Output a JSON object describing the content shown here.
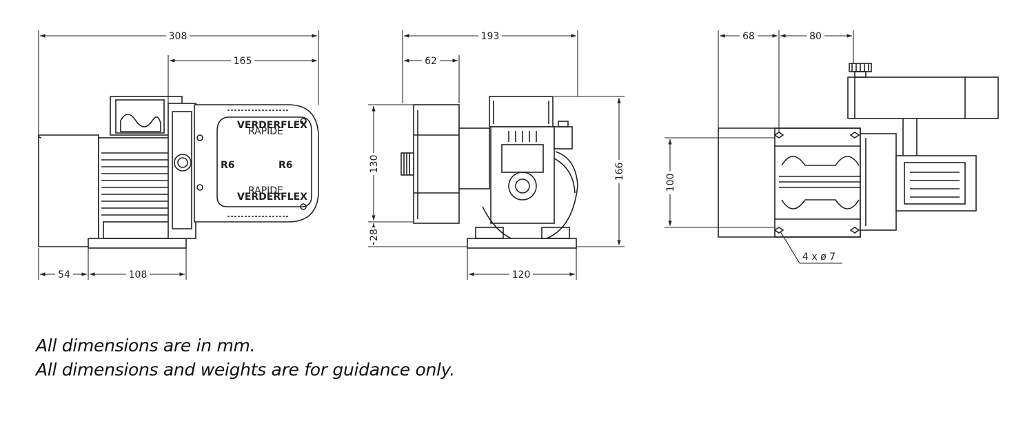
{
  "dimensions": {
    "side": {
      "d308": "308",
      "d165": "165",
      "d54": "54",
      "d108": "108"
    },
    "front": {
      "d193": "193",
      "d62": "62",
      "d130": "130",
      "d28": "28",
      "d166": "166",
      "d120": "120"
    },
    "top": {
      "d68": "68",
      "d80": "80",
      "d100": "100",
      "holes": "4 x ø 7"
    }
  },
  "pump_labels": {
    "model_left": "R6",
    "model_right": "R6",
    "brand_top": "VERDERFLEX",
    "brand_top_sub": "RAPIDE",
    "brand_bottom": "VERDERFLEX",
    "brand_bottom_sub": "RAPIDE"
  },
  "notes": {
    "line1": "All dimensions are in mm.",
    "line2": "All dimensions and weights are for guidance only."
  },
  "colors": {
    "line": "#222222",
    "text": "#111111",
    "background": "#ffffff"
  }
}
